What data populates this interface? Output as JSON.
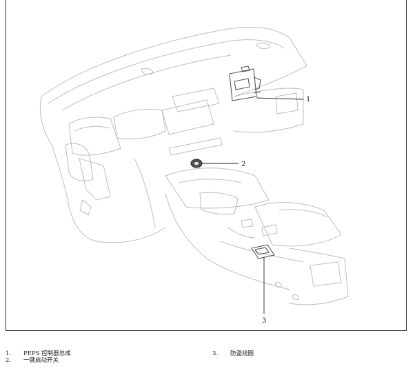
{
  "callouts": [
    {
      "number": "1"
    },
    {
      "number": "2"
    },
    {
      "number": "3"
    }
  ],
  "legend": [
    {
      "number": "1.",
      "label": "PEPS 控制器总成"
    },
    {
      "number": "2.",
      "label": "一键启动开关"
    },
    {
      "number": "3.",
      "label": "防盗线圈"
    }
  ]
}
